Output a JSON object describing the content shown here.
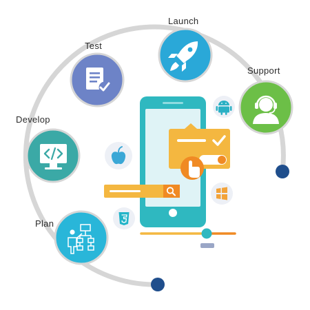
{
  "stages": [
    {
      "id": "plan",
      "label": "Plan",
      "color": "#29b6d9",
      "icon": "presenter-flowchart-icon"
    },
    {
      "id": "develop",
      "label": "Develop",
      "color": "#3ba9a6",
      "icon": "code-monitor-icon"
    },
    {
      "id": "test",
      "label": "Test",
      "color": "#6d83c7",
      "icon": "checklist-icon"
    },
    {
      "id": "launch",
      "label": "Launch",
      "color": "#2aa8d8",
      "icon": "rocket-icon"
    },
    {
      "id": "support",
      "label": "Support",
      "color": "#6cbf47",
      "icon": "headset-agent-icon"
    }
  ],
  "platforms": [
    {
      "id": "apple",
      "icon": "apple-icon",
      "color": "#3aa7d6"
    },
    {
      "id": "android",
      "icon": "android-icon",
      "color": "#2ab0c4"
    },
    {
      "id": "windows",
      "icon": "windows-icon",
      "color": "#f2a33a"
    },
    {
      "id": "html5",
      "icon": "html5-icon",
      "color": "#23b4c8"
    }
  ],
  "colors": {
    "arc": "#d6d6d6",
    "arc_end": "#1f4e8c",
    "phone": "#2fb8c0",
    "phone_screen": "#dff3f6",
    "card": "#f4b740",
    "accent": "#f08a24",
    "badge_bg": "#edf0f6"
  }
}
